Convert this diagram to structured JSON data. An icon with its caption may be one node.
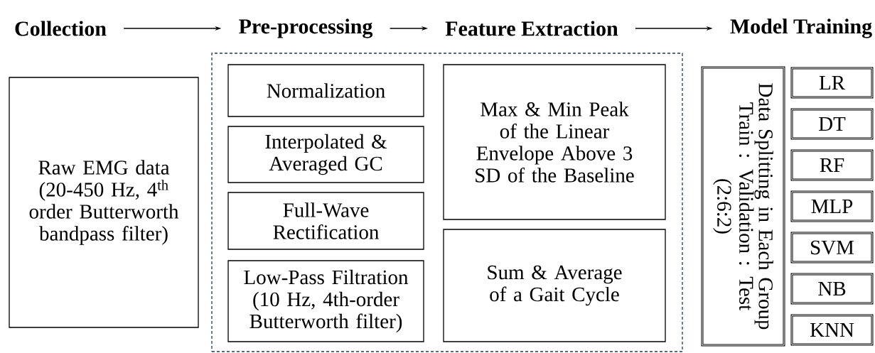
{
  "diagram": {
    "nodes": [
      {
        "text": [
          "Collection"
        ]
      },
      {
        "text": [
          "Pre-processing"
        ]
      },
      {
        "text": [
          "Feature Extraction"
        ]
      },
      {
        "text": [
          "Model Training"
        ]
      },
      {
        "text": [
          "Raw EMG data (20-450 Hz, 4$^{th}$ order Butterworth bandpass filter)"
        ]
      },
      {
        "text": [],
        "shape": "box"
      },
      {
        "text": [
          "Normalization"
        ],
        "in": 5
      },
      {
        "text": [
          "Interpolated & Averaged GC"
        ],
        "in": 5
      },
      {
        "text": [
          "Full-Wave Rectification"
        ],
        "in": 5
      },
      {
        "text": [
          "Low-Pass Filtration (10 Hz, 4th-order Butterworth filter)"
        ],
        "in": 5
      },
      {
        "text": [
          "Max & Min Peak of the Linear Envelope Above 3 SD of the Baseline"
        ],
        "in": 5
      },
      {
        "text": [
          "Sum & Average of a Gait Cycle"
        ],
        "in": 5
      },
      {
        "text": [
          "Data Splitting in Each Group",
          "Train : Validation : Test (2:6:2)"
        ]
      },
      {
        "text": [
          "LR"
        ]
      },
      {
        "text": [
          "DT"
        ]
      },
      {
        "text": [
          "RF"
        ]
      },
      {
        "text": [
          "MLP"
        ]
      },
      {
        "text": [
          "SVM"
        ]
      },
      {
        "text": [
          "NB"
        ]
      },
      {
        "text": [
          "KNN"
        ]
      }
    ],
    "edges": [
      {
        "from": 0,
        "to": 1,
        "arrow": "to"
      },
      {
        "from": 1,
        "to": 2,
        "arrow": "to"
      },
      {
        "from": 2,
        "to": 3,
        "arrow": "to"
      }
    ]
  }
}
